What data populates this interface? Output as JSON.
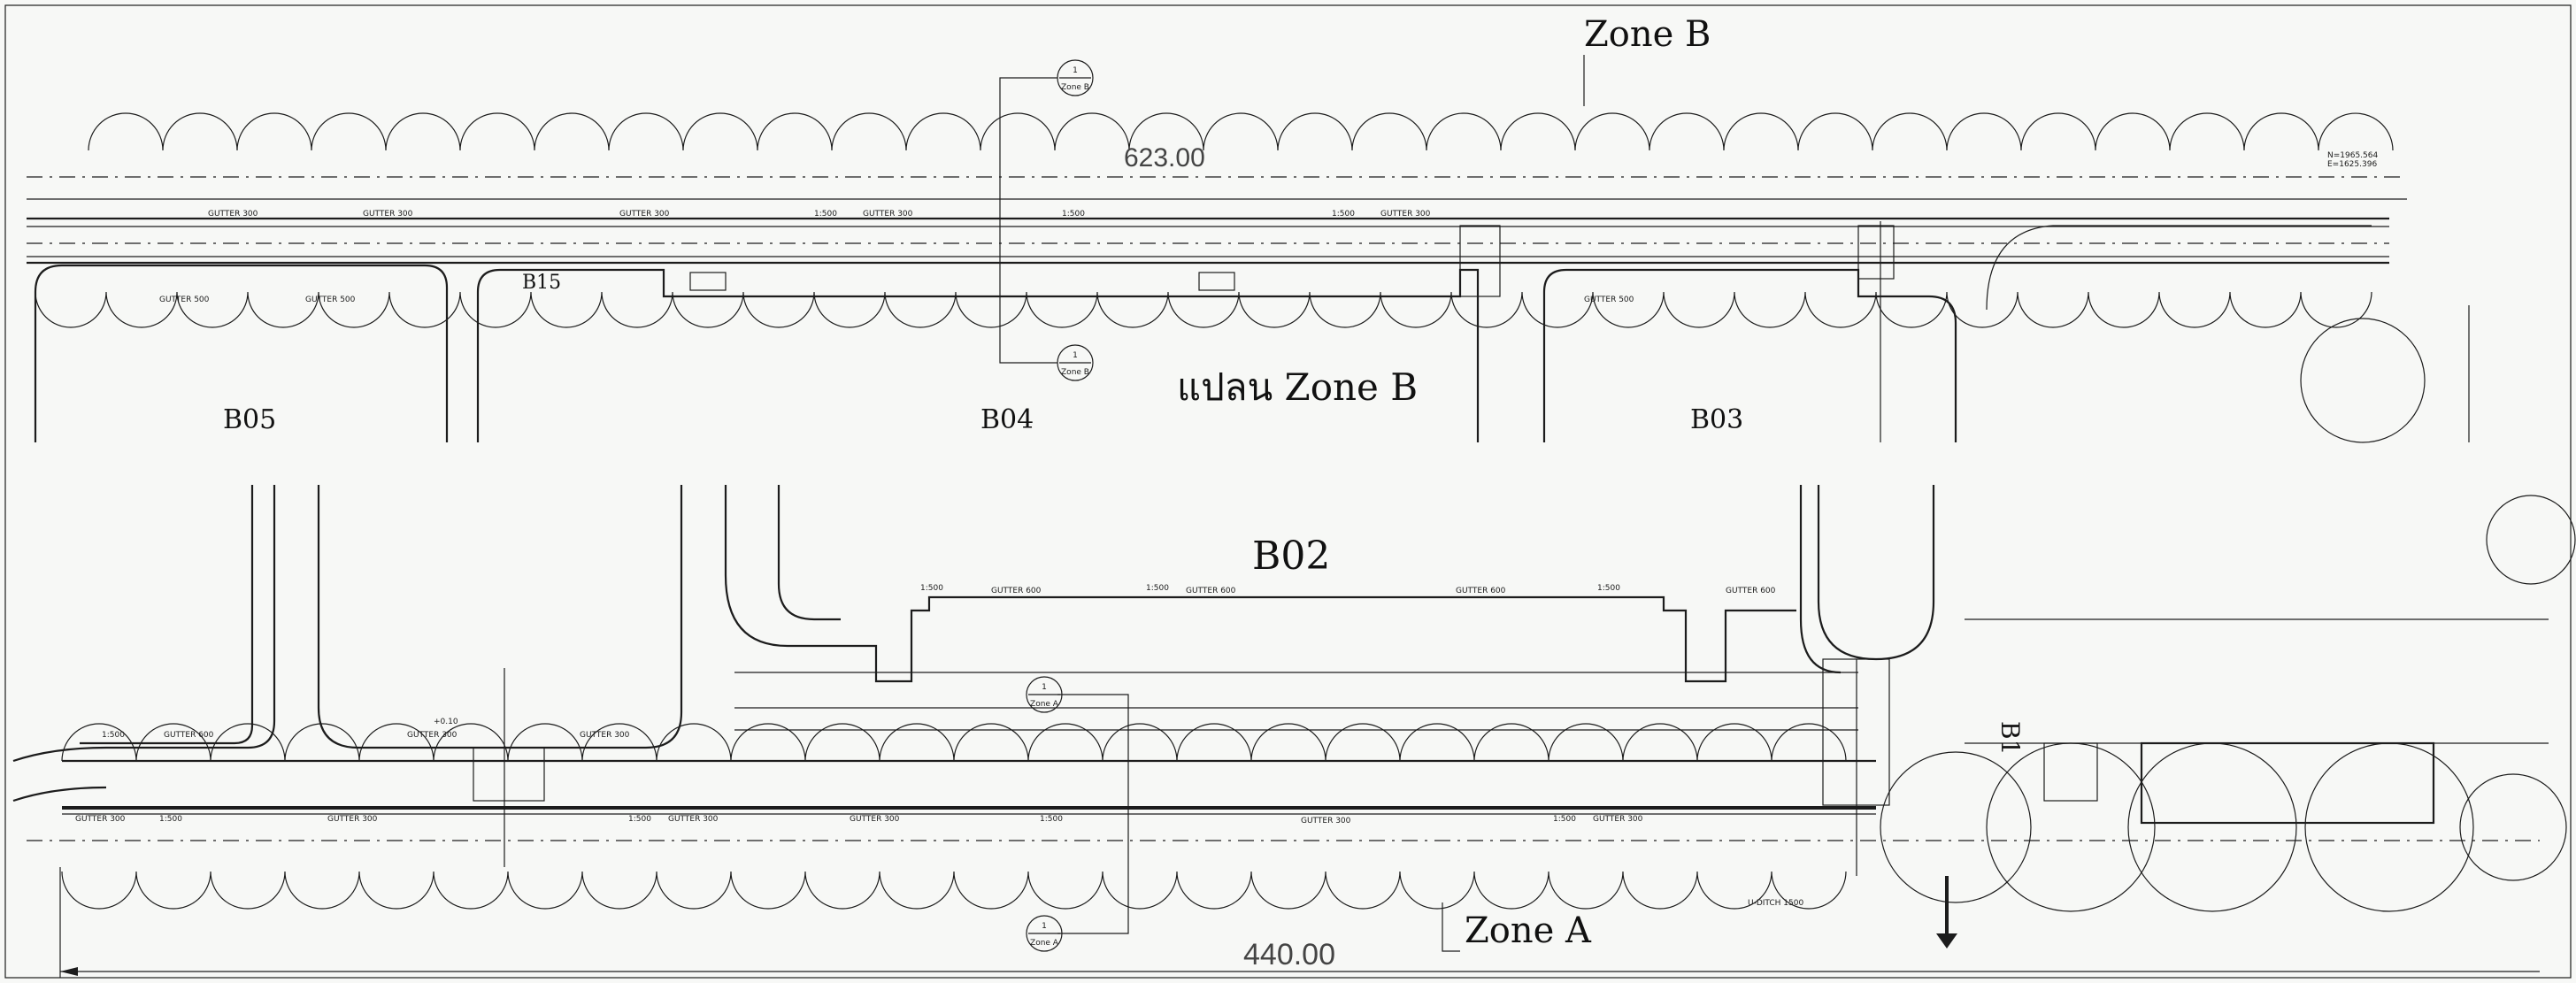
{
  "labels": {
    "zone_b": "Zone B",
    "zone_a": "Zone A",
    "plan_title": "แปลน Zone B",
    "b05": "B05",
    "b04": "B04",
    "b03": "B03",
    "b02": "B02",
    "b15": "B15",
    "b1": "B1"
  },
  "dimensions": {
    "top": "623.00",
    "bottom": "440.00"
  },
  "section_markers": {
    "number": "1",
    "zone_b": "Zone B",
    "zone_a": "Zone A"
  },
  "notes": {
    "gutter_300": "GUTTER 300",
    "gutter_500": "GUTTER 500",
    "gutter_600": "GUTTER 600",
    "slope": "1:500",
    "level": "+0.10",
    "u_ditch": "U-DITCH 1500",
    "coord_n": "N=1965.564",
    "coord_e": "E=1625.396"
  },
  "colors": {
    "ink": "#1c1c1c",
    "paper": "#f7f8f6"
  }
}
